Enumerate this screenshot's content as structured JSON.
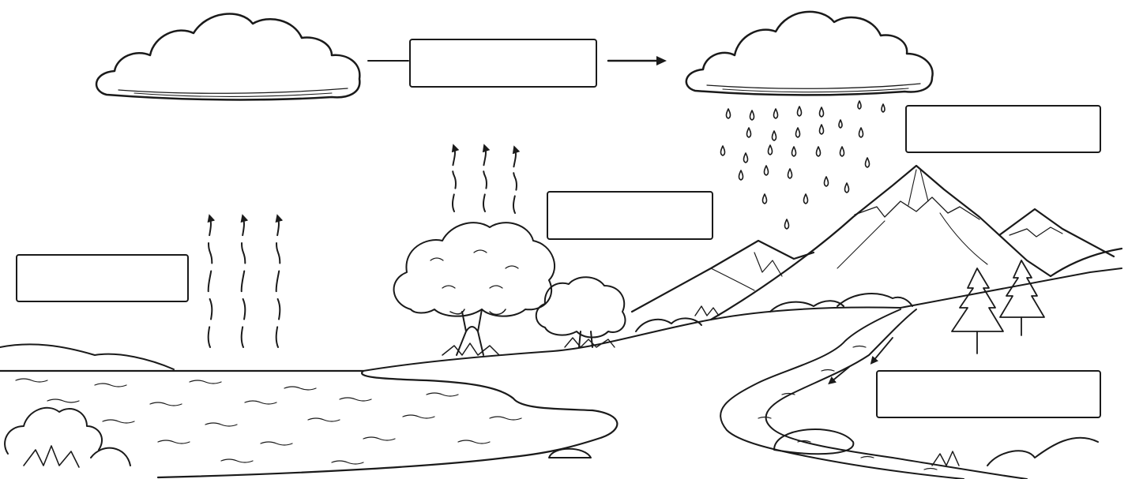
{
  "diagram": {
    "label_boxes": [
      {
        "id": "box-cloud-arrow",
        "text": ""
      },
      {
        "id": "box-rain",
        "text": ""
      },
      {
        "id": "box-tree",
        "text": ""
      },
      {
        "id": "box-lake",
        "text": ""
      },
      {
        "id": "box-river",
        "text": ""
      }
    ],
    "colors": {
      "ink": "#1a1a1a",
      "background": "#ffffff"
    }
  }
}
